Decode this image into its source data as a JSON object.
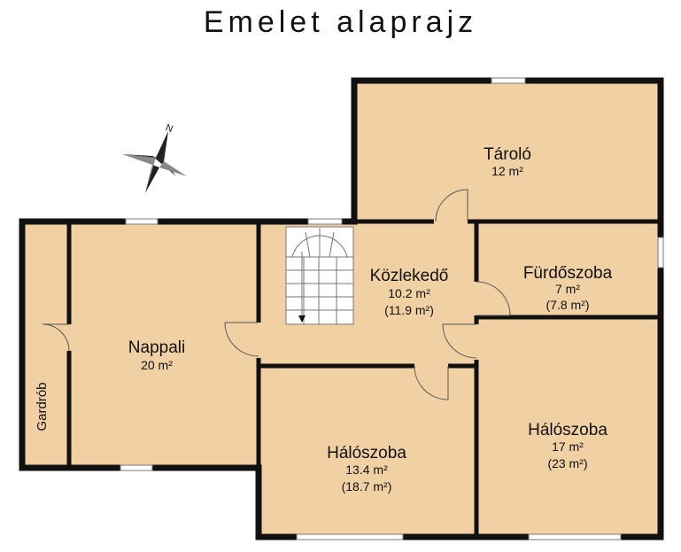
{
  "title": "Emelet alaprajz",
  "compass": {
    "label": "N"
  },
  "rooms": {
    "taroloName": "Tároló",
    "taroloArea": "12 m²",
    "kozlekedoName": "Közlekedő",
    "kozlekedoArea": "10.2 m²",
    "kozlekedoGross": "(11.9 m²)",
    "furdoName": "Fürdőszoba",
    "furdoArea": "7 m²",
    "furdoGross": "(7.8 m²)",
    "nappaliName": "Nappali",
    "nappaliArea": "20 m²",
    "gardrobName": "Gardrób",
    "halo1Name": "Hálószoba",
    "halo1Area": "13.4 m²",
    "halo1Gross": "(18.7 m²)",
    "halo2Name": "Hálószoba",
    "halo2Area": "17 m²",
    "halo2Gross": "(23 m²)"
  },
  "colors": {
    "floor": "#f1d0a4",
    "wall": "#111111"
  }
}
